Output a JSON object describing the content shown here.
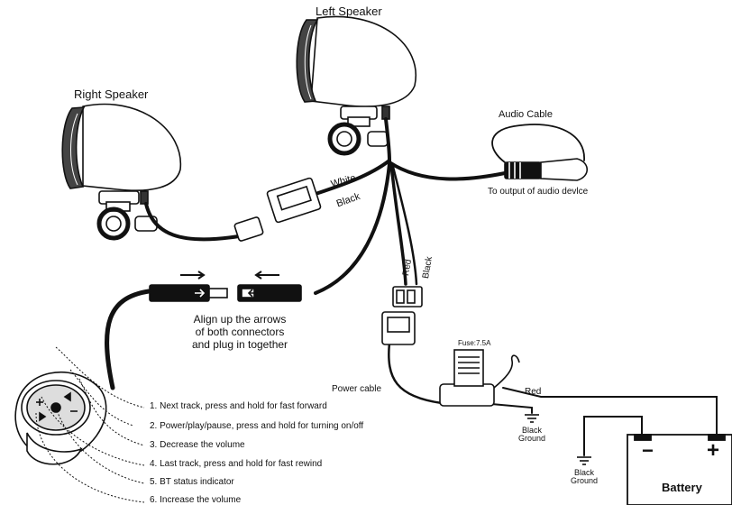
{
  "labels": {
    "left_speaker": "Left Speaker",
    "right_speaker": "Right Speaker",
    "audio_cable": "Audio Cable",
    "to_output": "To output of audio devlce",
    "white": "White",
    "black_top": "Black",
    "red_wire": "Red",
    "black_wire": "Black",
    "align_line1": "Align up the arrows",
    "align_line2": "of both connectors",
    "align_line3": "and plug  in  together",
    "fuse": "Fuse:7.5A",
    "power_cable": "Power cable",
    "red_right": "Red",
    "black_ground_1a": "Black",
    "black_ground_1b": "Ground",
    "black_ground_2a": "Black",
    "black_ground_2b": "Ground",
    "battery": "Battery",
    "battery_minus": "−",
    "battery_plus": "+"
  },
  "callouts": [
    "1. Next track, press and hold for fast forward",
    "2. Power/play/pause, press and hold for turning on/off",
    "3. Decrease the volume",
    "4. Last track, press and hold for fast rewind",
    "5. BT status indicator",
    "6. Increase the volume"
  ]
}
